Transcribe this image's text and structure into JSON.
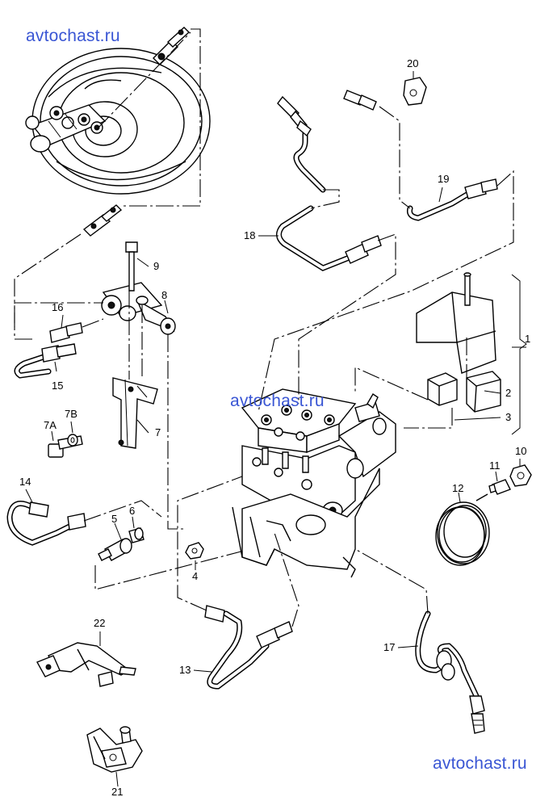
{
  "watermarks": [
    "avtochast.ru",
    "avtochast.ru",
    "avtochast.ru"
  ],
  "callouts": {
    "n1": "1",
    "n2": "2",
    "n3": "3",
    "n4": "4",
    "n5": "5",
    "n6": "6",
    "n7": "7",
    "n7a": "7A",
    "n7b": "7B",
    "n8": "8",
    "n9": "9",
    "n10": "10",
    "n11": "11",
    "n12": "12",
    "n13": "13",
    "n14": "14",
    "n15": "15",
    "n16": "16",
    "n17": "17",
    "n18": "18",
    "n19": "19",
    "n20": "20",
    "n21": "21",
    "n22": "22"
  }
}
